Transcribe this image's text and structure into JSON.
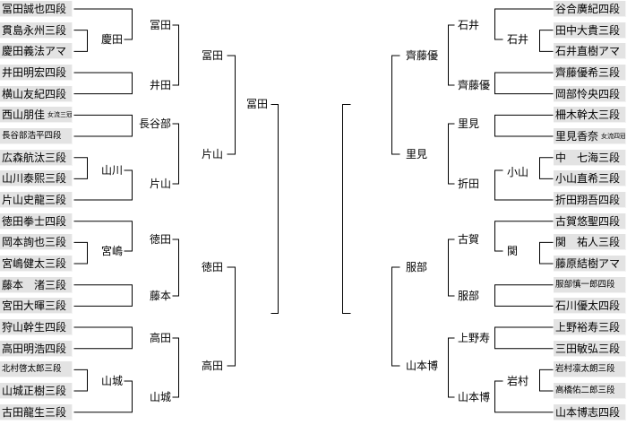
{
  "left_players": [
    {
      "name": "冨田誠也四段"
    },
    {
      "name": "貫島永州三段"
    },
    {
      "name": "慶田義法アマ"
    },
    {
      "name": "井田明宏四段"
    },
    {
      "name": "横山友紀四段"
    },
    {
      "name": "西山朋佳",
      "title": "女流三冠"
    },
    {
      "name": "長谷部浩平四段",
      "small": true
    },
    {
      "name": "広森航汰三段"
    },
    {
      "name": "山川泰熙三段"
    },
    {
      "name": "片山史龍三段"
    },
    {
      "name": "徳田拳士四段"
    },
    {
      "name": "岡本詢也三段"
    },
    {
      "name": "宮嶋健太三段"
    },
    {
      "name": "藤本　渚三段"
    },
    {
      "name": "宮田大暉三段"
    },
    {
      "name": "狩山幹生四段"
    },
    {
      "name": "高田明浩四段"
    },
    {
      "name": "北村啓太郎三段",
      "small": true
    },
    {
      "name": "山城正樹三段"
    },
    {
      "name": "古田龍生三段"
    }
  ],
  "right_players": [
    {
      "name": "谷合廣紀四段"
    },
    {
      "name": "田中大貴三段"
    },
    {
      "name": "石井直樹アマ"
    },
    {
      "name": "齊藤優希三段"
    },
    {
      "name": "岡部怜央四段"
    },
    {
      "name": "柵木幹太三段"
    },
    {
      "name": "里見香奈",
      "title": "女流四冠"
    },
    {
      "name": "中　七海三段"
    },
    {
      "name": "小山直希三段"
    },
    {
      "name": "折田翔吾四段"
    },
    {
      "name": "古賀悠聖四段"
    },
    {
      "name": "関　祐人三段"
    },
    {
      "name": "藤原結樹アマ"
    },
    {
      "name": "服部慎一郎四段",
      "small": true
    },
    {
      "name": "石川優太四段"
    },
    {
      "name": "上野裕寿三段"
    },
    {
      "name": "三田敏弘三段"
    },
    {
      "name": "岩村凛太朗三段",
      "small": true
    },
    {
      "name": "高橋佑二郎三段",
      "small": true
    },
    {
      "name": "山本博志四段"
    }
  ],
  "left_winners": {
    "r1": [
      "慶田",
      "山川",
      "宮嶋",
      "山城"
    ],
    "r2": [
      "冨田",
      "井田",
      "長谷部",
      "片山",
      "徳田",
      "藤本",
      "高田",
      "山城"
    ],
    "r3": [
      "冨田",
      "片山",
      "徳田",
      "高田"
    ],
    "r4": [
      "冨田"
    ]
  },
  "right_winners": {
    "r1": [
      "石井",
      "小山",
      "関",
      "岩村"
    ],
    "r2": [
      "石井",
      "齊藤優",
      "里見",
      "折田",
      "古賀",
      "服部",
      "上野寿",
      "山本博"
    ],
    "r3": [
      "齊藤優",
      "里見",
      "服部",
      "山本博"
    ]
  }
}
